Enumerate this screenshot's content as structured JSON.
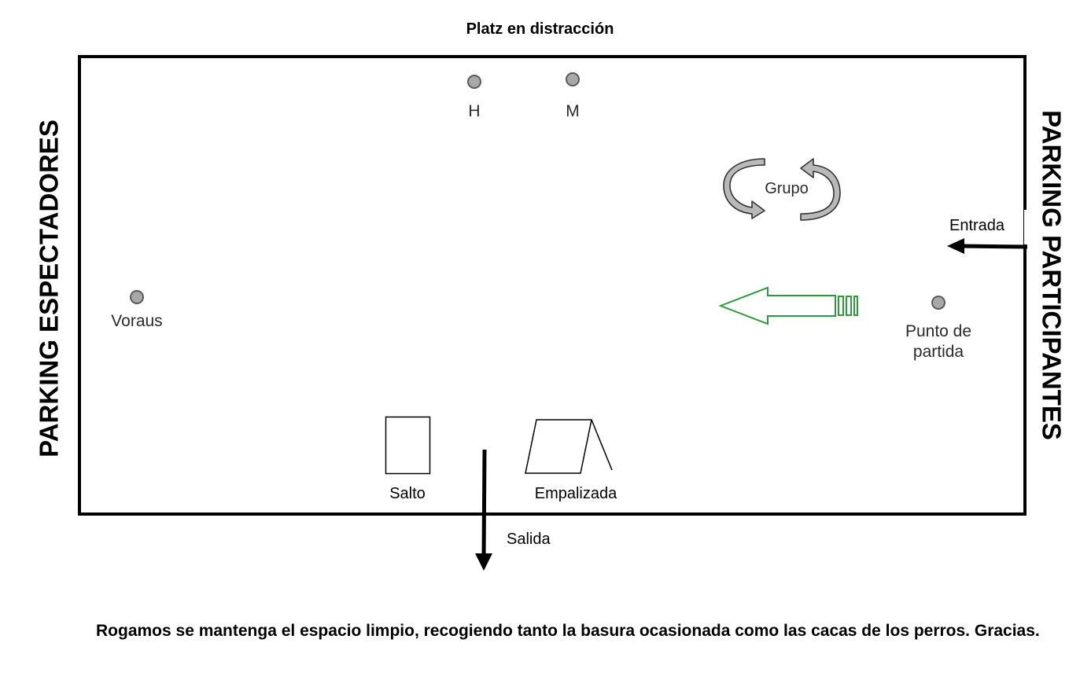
{
  "title": "Platz en distracción",
  "side_labels": {
    "left": "PARKING ESPECTADORES",
    "right": "PARKING PARTICIPANTES"
  },
  "markers": {
    "h": "H",
    "m": "M",
    "voraus": "Voraus",
    "start": [
      "Punto de",
      "partida"
    ]
  },
  "group_label": "Grupo",
  "obstacles": {
    "jump": "Salto",
    "palisade": "Empalizada"
  },
  "arrows": {
    "entrance": "Entrada",
    "exit": "Salida"
  },
  "colors": {
    "direction_arrow": "#2e9b3c",
    "marker_fill": "#a8a8a8",
    "group_arrows": "#b9b9b9"
  },
  "footer_note": "Rogamos se mantenga el espacio limpio, recogiendo tanto la basura ocasionada como las cacas de los perros. Gracias."
}
